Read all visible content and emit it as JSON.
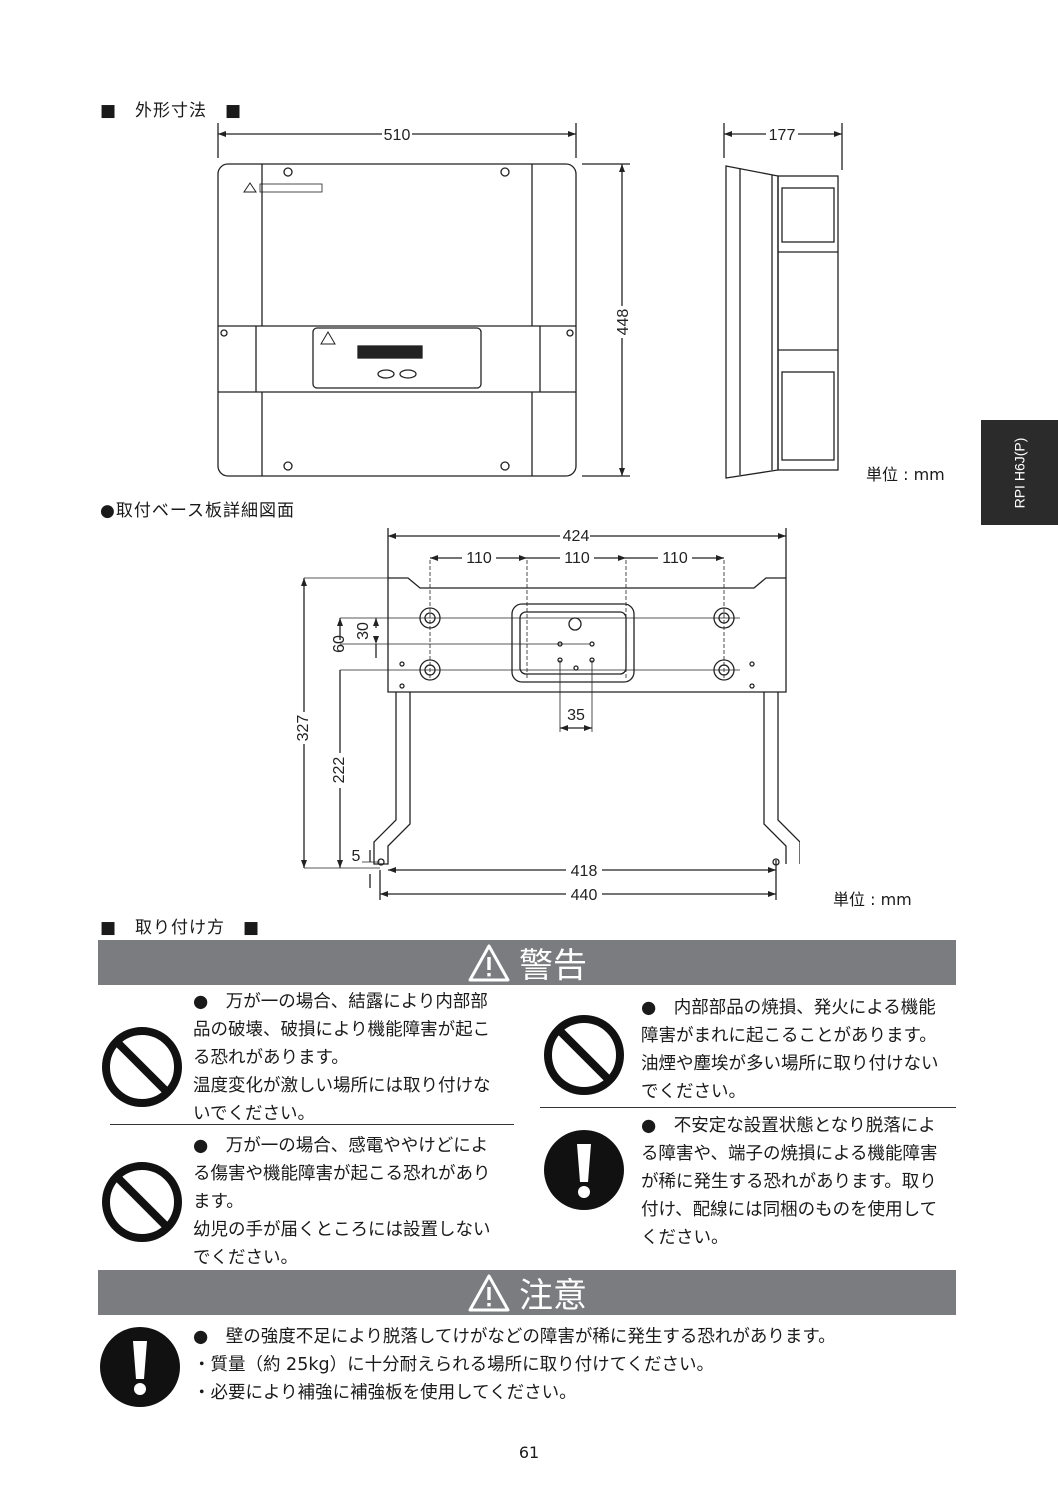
{
  "sections": {
    "dimensions_title": "■　外形寸法　■",
    "base_plate_title": "●取付ベース板詳細図面",
    "install_title": "■　取り付け方　■"
  },
  "side_tab": {
    "label": "RPI H6J(P)"
  },
  "drawing1": {
    "dims": {
      "width": "510",
      "height": "448",
      "depth": "177"
    },
    "unit": "単位 : mm"
  },
  "drawing2": {
    "dims": {
      "top_total": "424",
      "pitch_1": "110",
      "pitch_2": "110",
      "pitch_3": "110",
      "v_30": "30",
      "v_60": "60",
      "v_327": "327",
      "v_222": "222",
      "v_5": "5",
      "h_35": "35",
      "bottom_418": "418",
      "bottom_440": "440"
    },
    "unit": "単位 : mm"
  },
  "warning": {
    "title": "警告",
    "items": [
      {
        "icon": "prohibition-icon",
        "lines": [
          "●　万が一の場合、結露により内部部品の破壊、破損により機能障害が起こる恐れがあります。",
          "温度変化が激しい場所には取り付けないでください。"
        ]
      },
      {
        "icon": "prohibition-icon",
        "lines": [
          "●　万が一の場合、感電ややけどによる傷害や機能障害が起こる恐れがあります。",
          "幼児の手が届くところには設置しないでください。"
        ]
      },
      {
        "icon": "prohibition-icon",
        "lines": [
          "●　内部部品の焼損、発火による機能障害がまれに起こることがあります。",
          "油煙や塵埃が多い場所に取り付けないでください。"
        ]
      },
      {
        "icon": "mandatory-icon",
        "lines": [
          "●　不安定な設置状態となり脱落による障害や、端子の焼損による機能障害が稀に発生する恐れがあります。取り付け、配線には同梱のものを使用してください。"
        ]
      }
    ]
  },
  "caution": {
    "title": "注意",
    "item": {
      "icon": "mandatory-icon",
      "lines": [
        "●　壁の強度不足により脱落してけがなどの障害が稀に発生する恐れがあります。",
        "・質量（約 25kg）に十分耐えられる場所に取り付けてください。",
        "・必要により補強に補強板を使用してください。"
      ]
    }
  },
  "page_number": "61"
}
